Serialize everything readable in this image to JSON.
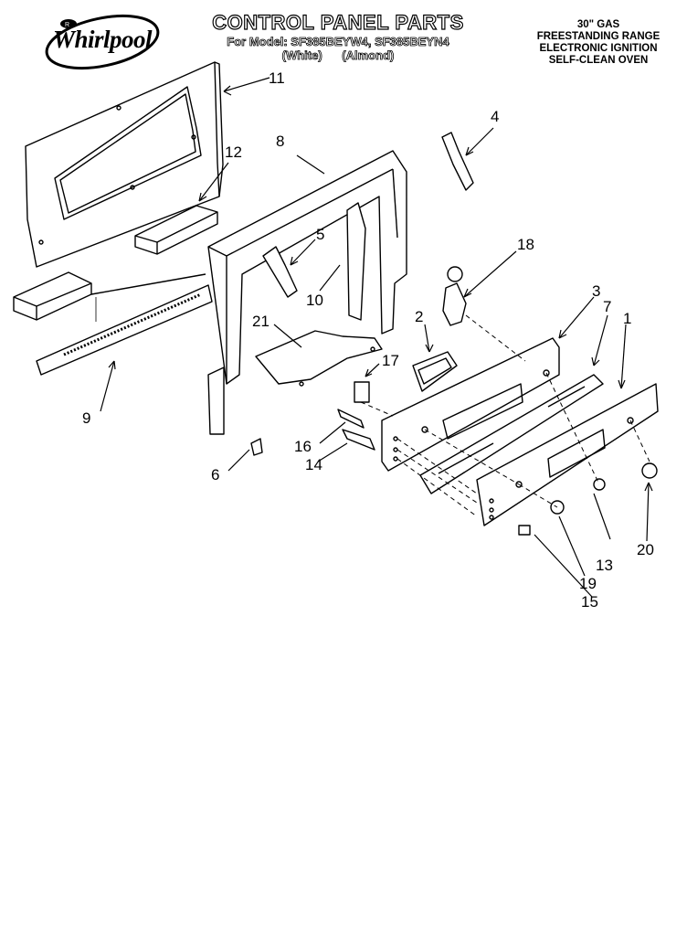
{
  "brand": {
    "logo_text": "Whirlpool",
    "badge_text": "R"
  },
  "header": {
    "title": "CONTROL PANEL PARTS",
    "model_line": "For Model: SF385BEYW4, SF385BEYN4",
    "variant_line": "(White)  (Almond)"
  },
  "description": {
    "line1": "30\" GAS",
    "line2": "FREESTANDING RANGE",
    "line3": "ELECTRONIC IGNITION",
    "line4": "SELF-CLEAN OVEN"
  },
  "callouts": {
    "c1": "1",
    "c2": "2",
    "c3": "3",
    "c4": "4",
    "c5": "5",
    "c6": "6",
    "c7": "7",
    "c8": "8",
    "c9": "9",
    "c10": "10",
    "c11": "11",
    "c12": "12",
    "c13": "13",
    "c14": "14",
    "c15": "15",
    "c16": "16",
    "c17": "17",
    "c18": "18",
    "c19": "19",
    "c20": "20",
    "c21": "21"
  },
  "colors": {
    "ink": "#000000",
    "paper": "#ffffff"
  }
}
